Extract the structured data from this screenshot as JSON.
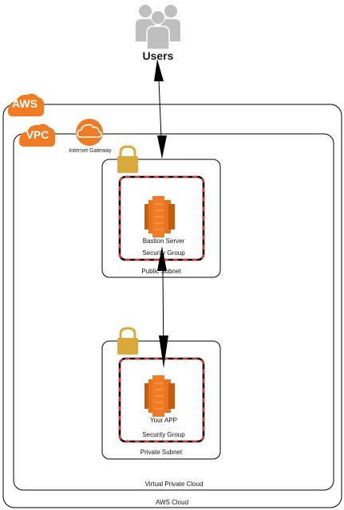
{
  "users": {
    "label": "Users",
    "icon": "users-group-icon"
  },
  "aws_cloud": {
    "badge": "AWS",
    "footer": "AWS Cloud",
    "badge_color": "#ef7c24"
  },
  "vpc": {
    "badge": "VPC",
    "footer": "Virtual Private Cloud",
    "badge_color": "#ef7c24"
  },
  "internet_gateway": {
    "label": "Internet Gateway",
    "icon": "cloud-icon"
  },
  "public_subnet": {
    "label": "Public Subnet",
    "lock_icon": "padlock-icon",
    "security_group": {
      "label": "Security Group"
    },
    "server": {
      "label": "Bastion Server",
      "icon": "ec2-instance-icon"
    }
  },
  "private_subnet": {
    "label": "Private Subnet",
    "lock_icon": "padlock-icon",
    "security_group": {
      "label": "Security Group"
    },
    "server": {
      "label": "Your APP",
      "icon": "ec2-instance-icon"
    }
  },
  "colors": {
    "orange": "#ef7c24",
    "gold": "#d9a93c",
    "security_group_dash": "#d9383a",
    "users_gray": "#bfbfbf"
  }
}
